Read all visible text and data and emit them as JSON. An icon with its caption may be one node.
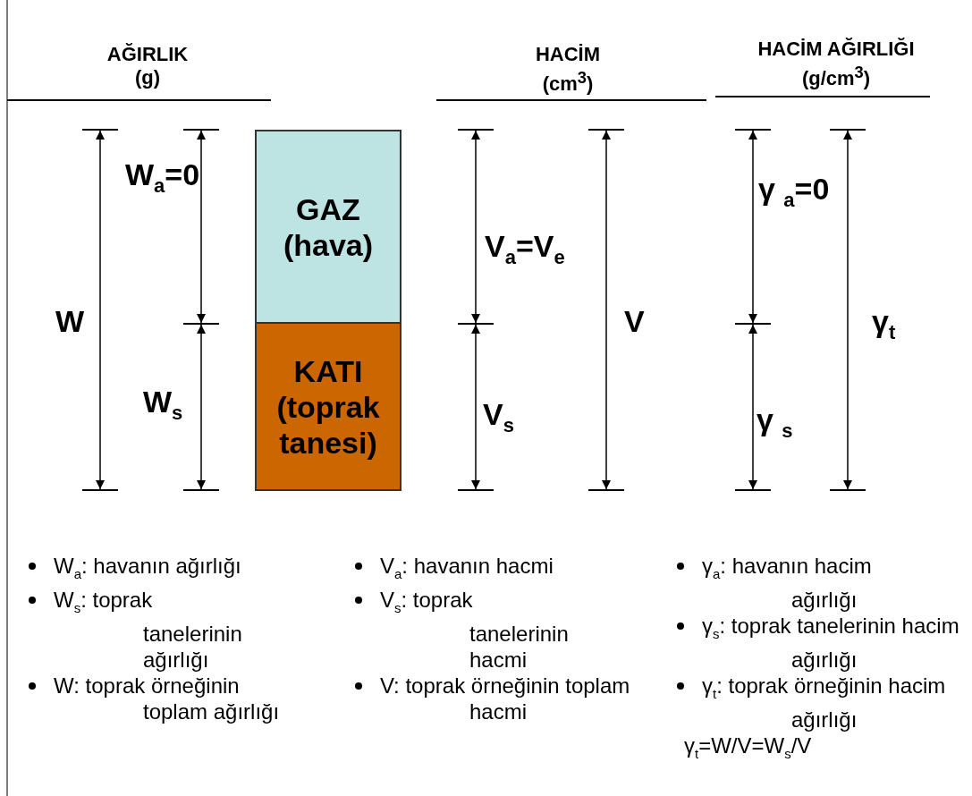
{
  "diagram": {
    "nodes": [
      {
        "text": [
          "GAZ (hava)"
        ]
      },
      {
        "text": [
          "KATI (toprak tanesi)"
        ]
      }
    ],
    "labels": [
      "AĞIRLIK (g)",
      "HACİM (cm$^{3}$)",
      "HACİM AĞIRLIĞI (g/cm$^{3}$)",
      "W$_{a}$=0",
      "V$_{a}$=V$_{e}$",
      "γ $_{a}$=0",
      "W",
      "V",
      "γ$_{t}$",
      "W$_{s}$",
      "V$_{s}$",
      "γ $_{s}$",
      "W$_{a}$: havanın ağırlığı",
      "W$_{s}$: toprak tanelerinin ağırlığı",
      "W: toprak örneğinin toplam ağırlığı",
      "V$_{a}$: havanın hacmi",
      "V$_{s}$: toprak tanelerinin hacmi",
      "V: toprak örneğinin toplam hacmi",
      "γ$_{a}$: havanın hacim ağırlığı",
      "γ$_{s}$: toprak tanelerinin hacim ağırlığı",
      "γ$_{t}$: toprak örneğinin hacim ağırlığı",
      "γ$_{t}$=W/V=W$_{s}$/V"
    ]
  }
}
